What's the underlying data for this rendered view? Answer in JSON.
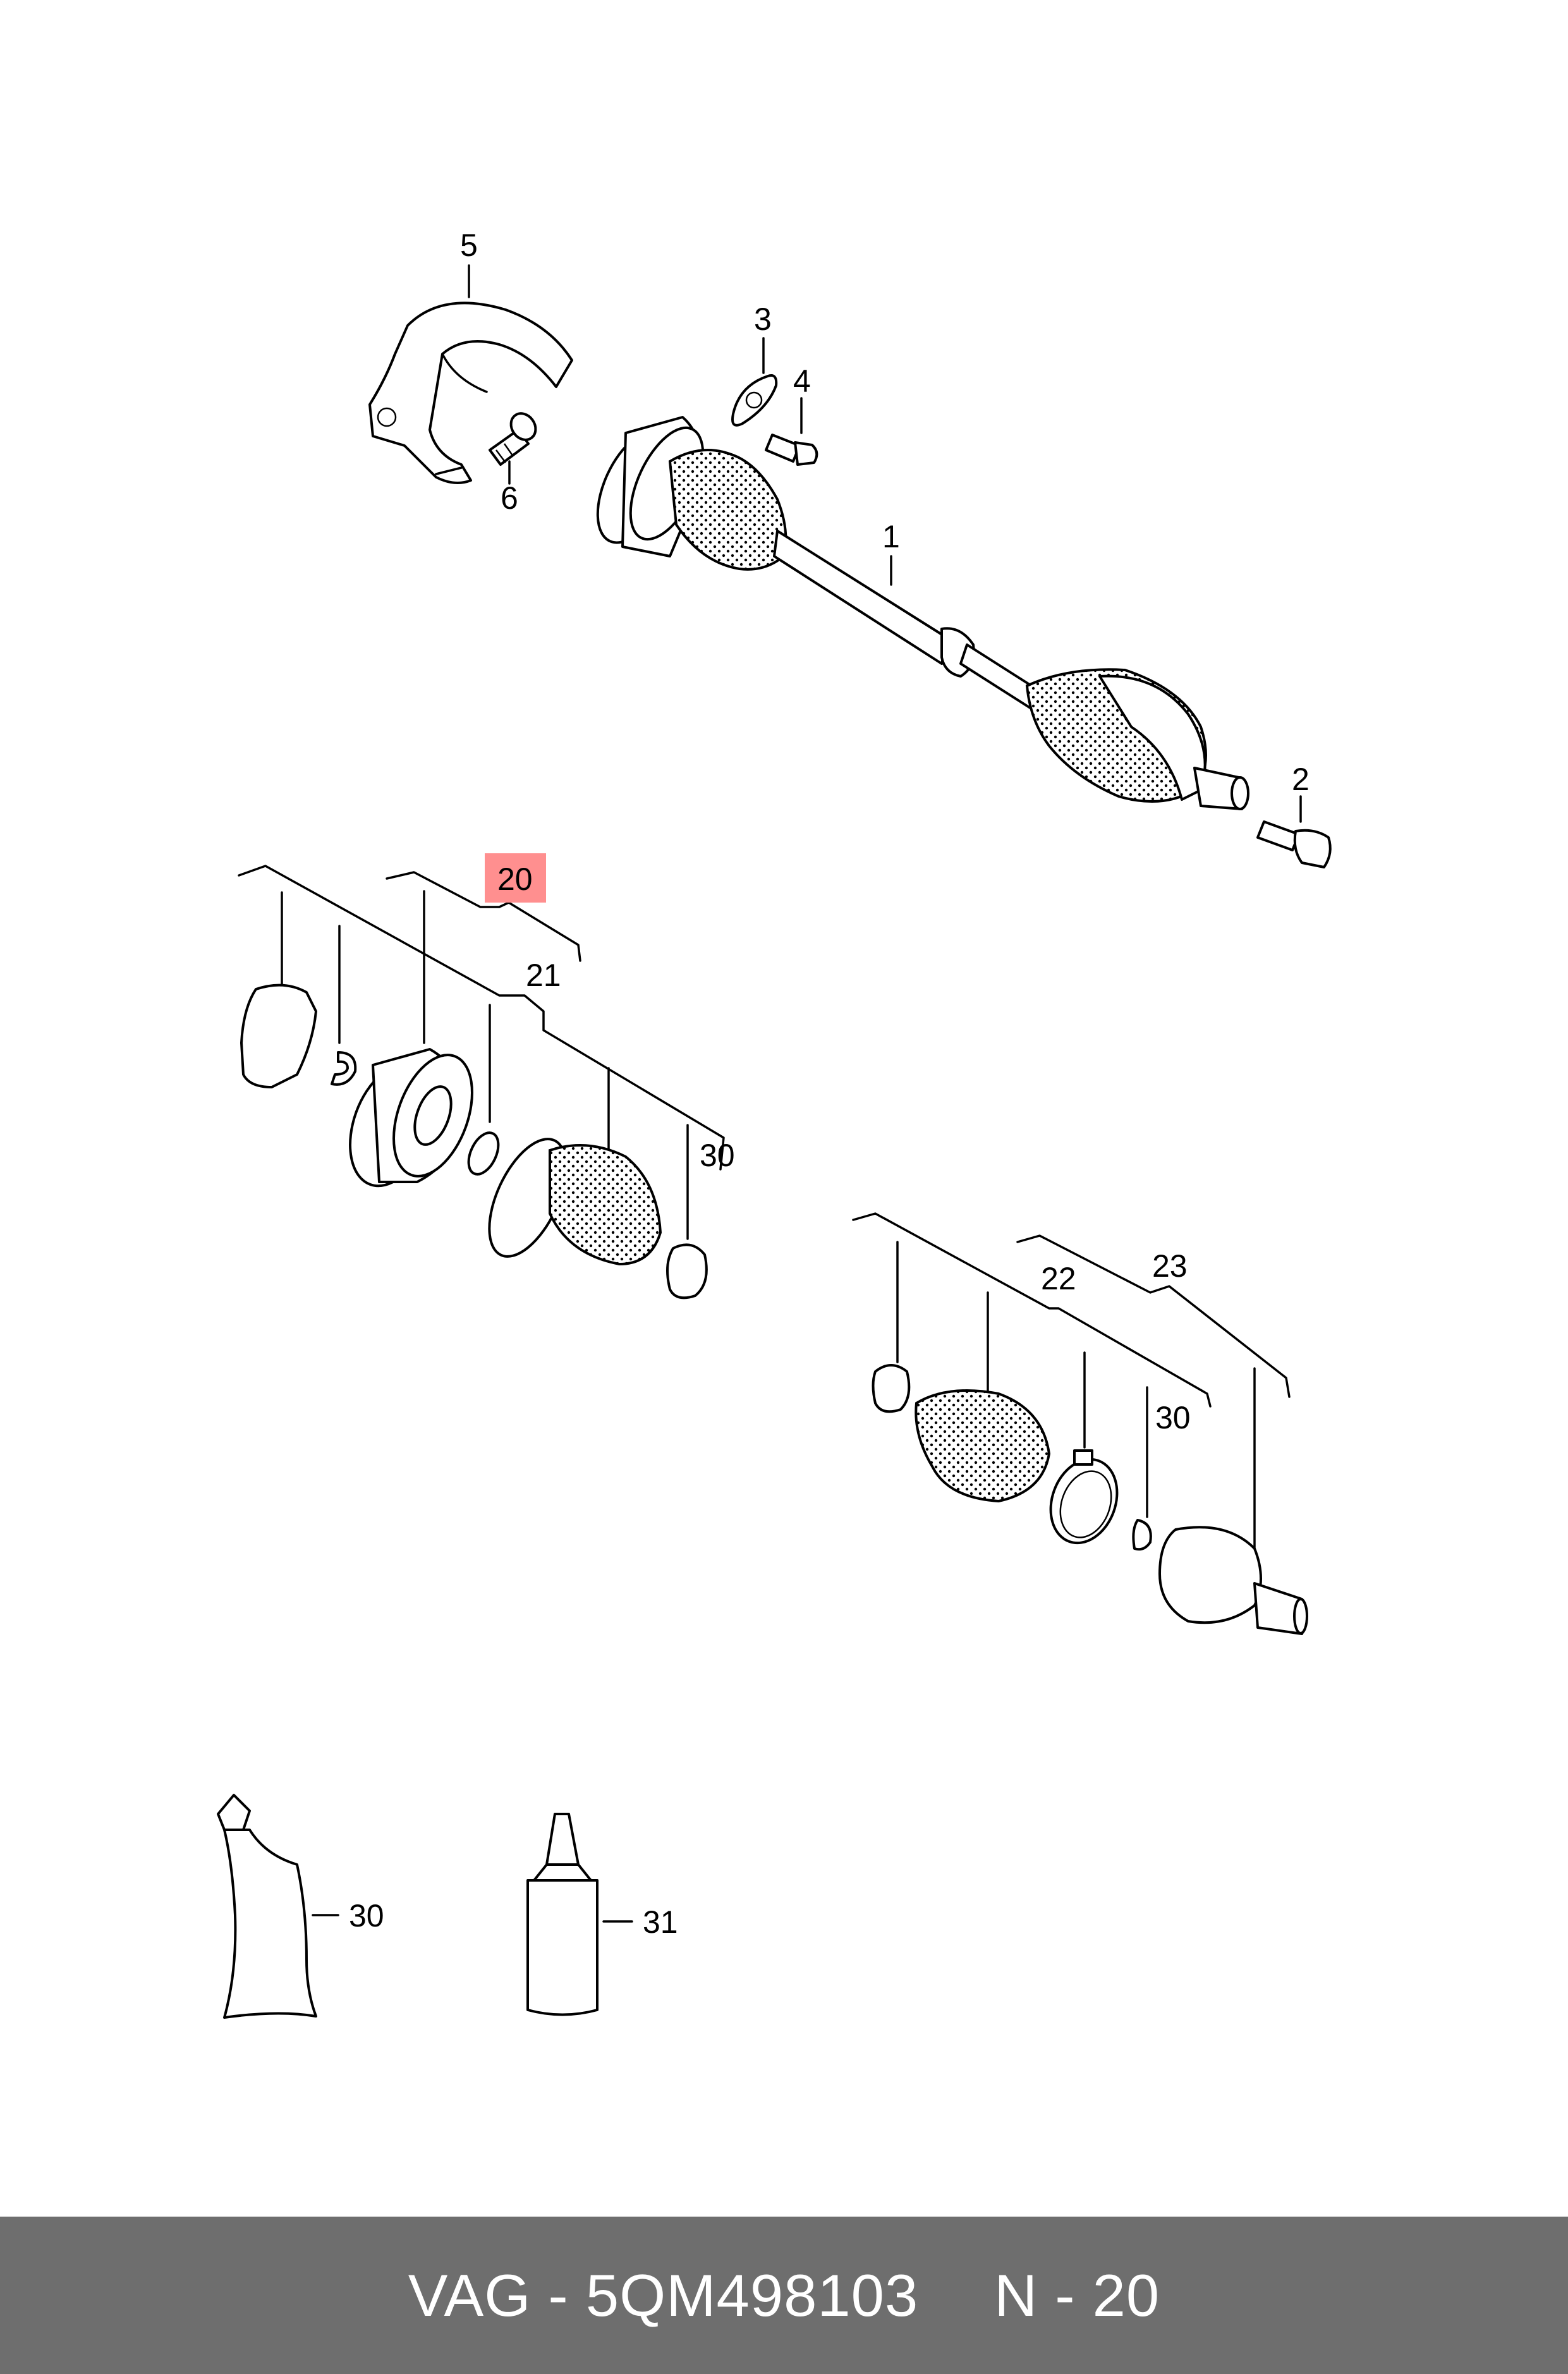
{
  "callouts": {
    "c1": "1",
    "c2": "2",
    "c3": "3",
    "c4": "4",
    "c5": "5",
    "c6": "6",
    "c20": "20",
    "c21": "21",
    "c22": "22",
    "c23": "23",
    "c30a": "30",
    "c30b": "30",
    "c30c": "30",
    "c31": "31"
  },
  "highlight": {
    "label": "20",
    "color": "#ff8f8f"
  },
  "footer": {
    "part_ref": "VAG - 5QM498103",
    "page_ref": "N - 20",
    "background": "#6e6e6e"
  }
}
